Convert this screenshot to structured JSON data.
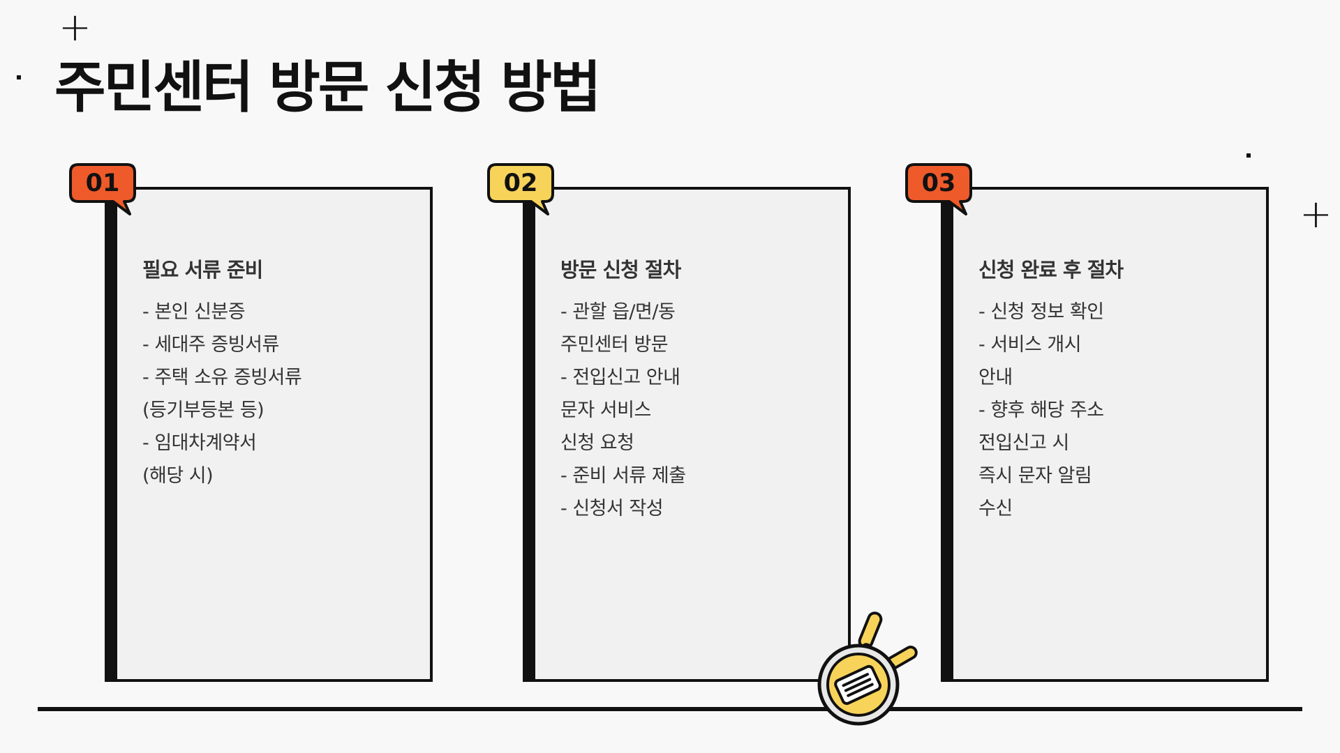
{
  "page": {
    "title": "주민센터 방문 신청 방법"
  },
  "steps": [
    {
      "number": "01",
      "badge_color": "#ee5a2a",
      "heading": "필요 서류 준비",
      "lines": [
        "- 본인 신분증",
        "- 세대주 증빙서류",
        "- 주택 소유 증빙서류",
        "(등기부등본 등)",
        "- 임대차계약서",
        "(해당 시)"
      ]
    },
    {
      "number": "02",
      "badge_color": "#f7d35a",
      "heading": "방문 신청 절차",
      "lines": [
        "- 관할 읍/면/동",
        "주민센터 방문",
        "- 전입신고 안내",
        "문자 서비스",
        "신청 요청",
        "- 준비 서류 제출",
        "- 신청서 작성"
      ]
    },
    {
      "number": "03",
      "badge_color": "#ee5a2a",
      "heading": "신청 완료 후 절차",
      "lines": [
        "- 신청 정보 확인",
        "- 서비스 개시",
        "안내",
        "- 향후 해당 주소",
        "전입신고 시",
        "즉시 문자 알림",
        "수신"
      ]
    }
  ],
  "decorations": {
    "plus_glyph": "+",
    "illustration_icon": "frying-pan-icon",
    "accent_yellow": "#f7d35a",
    "accent_orange": "#ee5a2a"
  }
}
